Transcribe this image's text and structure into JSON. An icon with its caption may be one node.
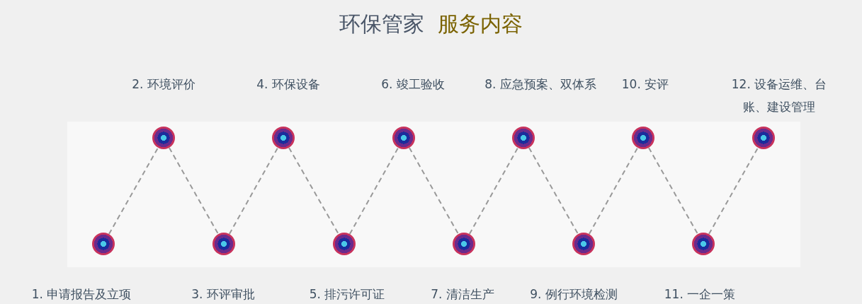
{
  "diagram": {
    "title": "环保管家 服务内容",
    "nodes": [
      {
        "text": [],
        "shape": "circle",
        "beside": [
          "1. 申请报告及立项"
        ]
      },
      {
        "text": [],
        "shape": "circle",
        "beside": [
          "2. 环境评价"
        ]
      },
      {
        "text": [],
        "shape": "circle",
        "beside": [
          "3. 环评审批"
        ]
      },
      {
        "text": [],
        "shape": "circle",
        "beside": [
          "4. 环保设备"
        ]
      },
      {
        "text": [],
        "shape": "circle",
        "beside": [
          "5. 排污许可证"
        ]
      },
      {
        "text": [],
        "shape": "circle",
        "beside": [
          "6. 竣工验收"
        ]
      },
      {
        "text": [],
        "shape": "circle",
        "beside": [
          "7. 清洁生产"
        ]
      },
      {
        "text": [],
        "shape": "circle",
        "beside": [
          "8. 应急预案、双体系"
        ]
      },
      {
        "text": [],
        "shape": "circle",
        "beside": [
          "9. 例行环境检测"
        ]
      },
      {
        "text": [],
        "shape": "circle",
        "beside": [
          "10. 安评"
        ]
      },
      {
        "text": [],
        "shape": "circle",
        "beside": [
          "11. 一企一策"
        ]
      },
      {
        "text": [],
        "shape": "circle",
        "beside": [
          "12. 设备运维、台账、建设管理"
        ]
      }
    ],
    "edges": [
      {
        "from": 0,
        "to": 1,
        "arrow": "none",
        "style": "dashed"
      },
      {
        "from": 1,
        "to": 2,
        "arrow": "none",
        "style": "dashed"
      },
      {
        "from": 2,
        "to": 3,
        "arrow": "none",
        "style": "dashed"
      },
      {
        "from": 3,
        "to": 4,
        "arrow": "none",
        "style": "dashed"
      },
      {
        "from": 4,
        "to": 5,
        "arrow": "none",
        "style": "dashed"
      },
      {
        "from": 5,
        "to": 6,
        "arrow": "none",
        "style": "dashed"
      },
      {
        "from": 6,
        "to": 7,
        "arrow": "none",
        "style": "dashed"
      },
      {
        "from": 7,
        "to": 8,
        "arrow": "none",
        "style": "dashed"
      },
      {
        "from": 8,
        "to": 9,
        "arrow": "none",
        "style": "dashed"
      },
      {
        "from": 9,
        "to": 10,
        "arrow": "none",
        "style": "dashed"
      },
      {
        "from": 10,
        "to": 11,
        "arrow": "none",
        "style": "dashed"
      }
    ]
  }
}
